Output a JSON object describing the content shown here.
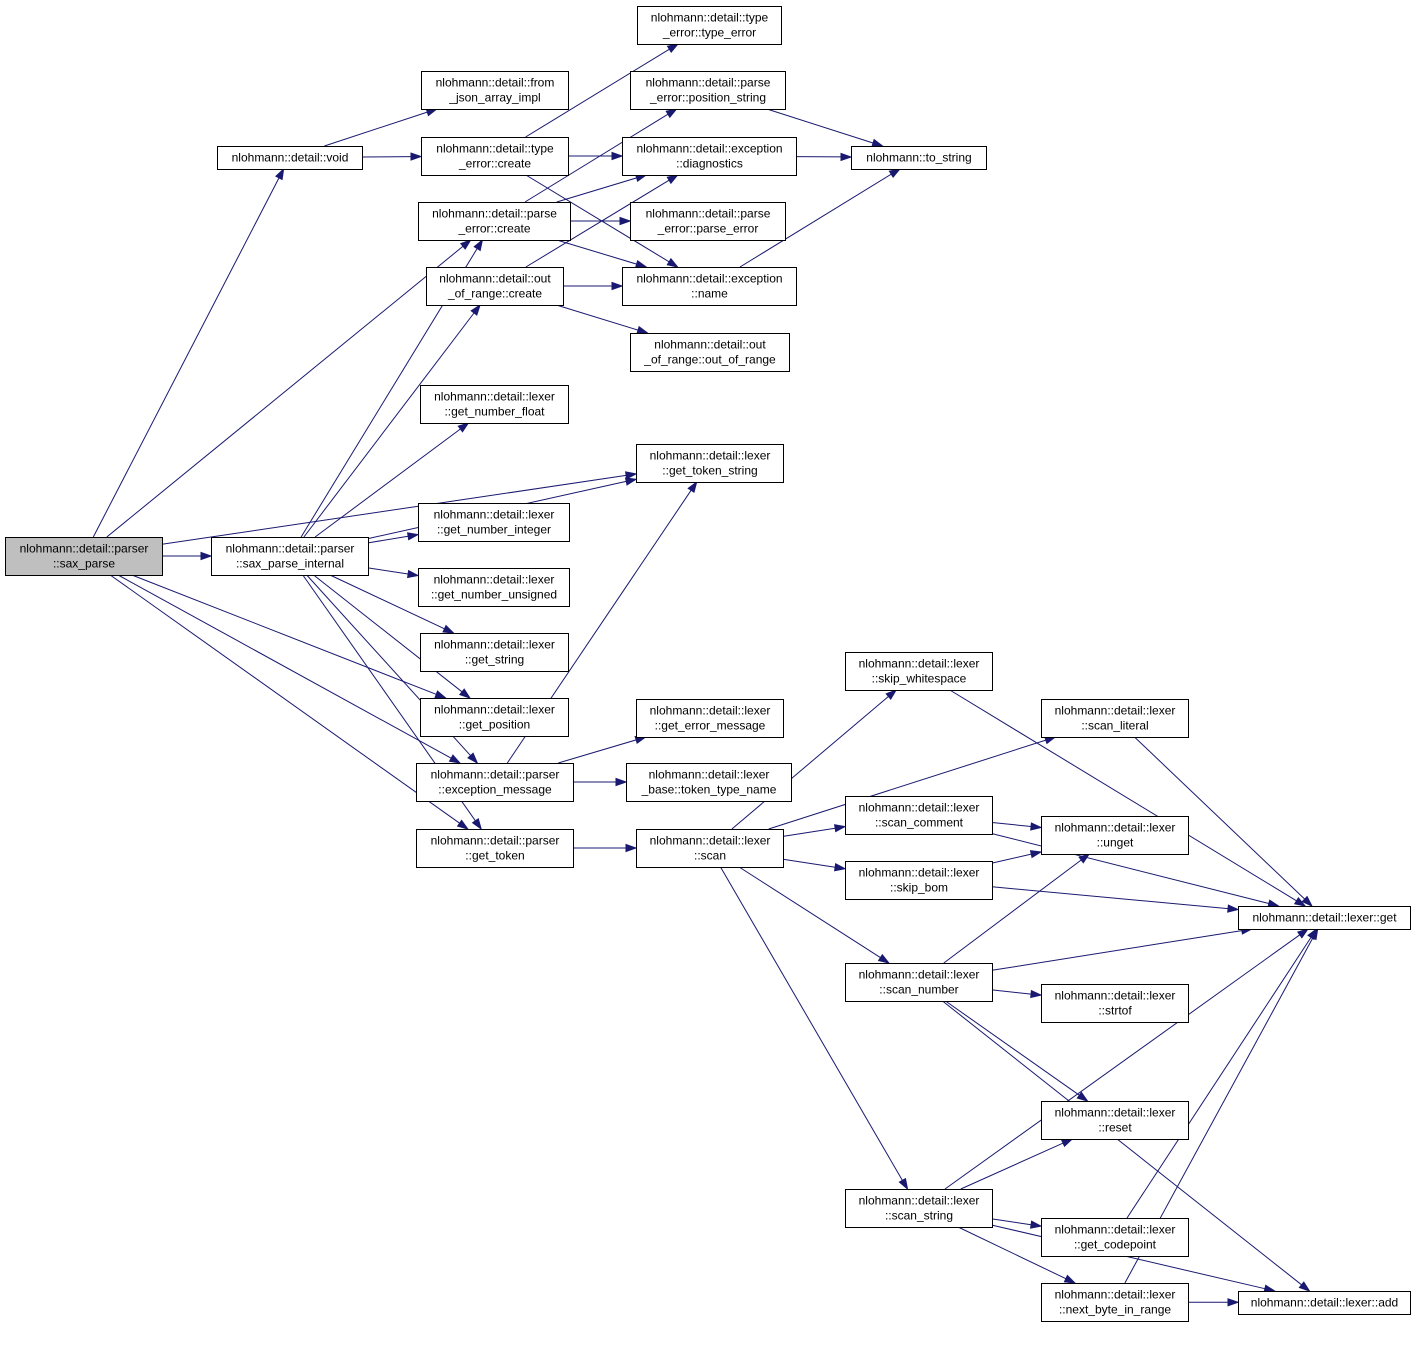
{
  "colors": {
    "edge": "#191970",
    "node_fill": "#ffffff",
    "root_fill": "#bfbfbf",
    "border": "#000000"
  },
  "nodes": {
    "sax_parse": {
      "label": [
        "nlohmann::detail::parser",
        "::sax_parse"
      ],
      "root": true
    },
    "void": {
      "label": [
        "nlohmann::detail::void"
      ]
    },
    "from_json_array_impl": {
      "label": [
        "nlohmann::detail::from",
        "_json_array_impl"
      ]
    },
    "type_error_create": {
      "label": [
        "nlohmann::detail::type",
        "_error::create"
      ]
    },
    "type_error_type_error": {
      "label": [
        "nlohmann::detail::type",
        "_error::type_error"
      ]
    },
    "exception_diagnostics": {
      "label": [
        "nlohmann::detail::exception",
        "::diagnostics"
      ]
    },
    "parse_error_position_string": {
      "label": [
        "nlohmann::detail::parse",
        "_error::position_string"
      ]
    },
    "to_string": {
      "label": [
        "nlohmann::to_string"
      ]
    },
    "parse_error_create": {
      "label": [
        "nlohmann::detail::parse",
        "_error::create"
      ]
    },
    "parse_error_parse_error": {
      "label": [
        "nlohmann::detail::parse",
        "_error::parse_error"
      ]
    },
    "exception_name": {
      "label": [
        "nlohmann::detail::exception",
        "::name"
      ]
    },
    "out_of_range_create": {
      "label": [
        "nlohmann::detail::out",
        "_of_range::create"
      ]
    },
    "out_of_range_out_of_range": {
      "label": [
        "nlohmann::detail::out",
        "_of_range::out_of_range"
      ]
    },
    "sax_parse_internal": {
      "label": [
        "nlohmann::detail::parser",
        "::sax_parse_internal"
      ]
    },
    "get_number_float": {
      "label": [
        "nlohmann::detail::lexer",
        "::get_number_float"
      ]
    },
    "get_token_string": {
      "label": [
        "nlohmann::detail::lexer",
        "::get_token_string"
      ]
    },
    "get_number_integer": {
      "label": [
        "nlohmann::detail::lexer",
        "::get_number_integer"
      ]
    },
    "get_number_unsigned": {
      "label": [
        "nlohmann::detail::lexer",
        "::get_number_unsigned"
      ]
    },
    "get_string": {
      "label": [
        "nlohmann::detail::lexer",
        "::get_string"
      ]
    },
    "get_position": {
      "label": [
        "nlohmann::detail::lexer",
        "::get_position"
      ]
    },
    "exception_message": {
      "label": [
        "nlohmann::detail::parser",
        "::exception_message"
      ]
    },
    "get_error_message": {
      "label": [
        "nlohmann::detail::lexer",
        "::get_error_message"
      ]
    },
    "token_type_name": {
      "label": [
        "nlohmann::detail::lexer",
        "_base::token_type_name"
      ]
    },
    "get_token": {
      "label": [
        "nlohmann::detail::parser",
        "::get_token"
      ]
    },
    "scan": {
      "label": [
        "nlohmann::detail::lexer",
        "::scan"
      ]
    },
    "skip_whitespace": {
      "label": [
        "nlohmann::detail::lexer",
        "::skip_whitespace"
      ]
    },
    "scan_literal": {
      "label": [
        "nlohmann::detail::lexer",
        "::scan_literal"
      ]
    },
    "scan_comment": {
      "label": [
        "nlohmann::detail::lexer",
        "::scan_comment"
      ]
    },
    "unget": {
      "label": [
        "nlohmann::detail::lexer",
        "::unget"
      ]
    },
    "skip_bom": {
      "label": [
        "nlohmann::detail::lexer",
        "::skip_bom"
      ]
    },
    "lexer_get": {
      "label": [
        "nlohmann::detail::lexer::get"
      ]
    },
    "scan_number": {
      "label": [
        "nlohmann::detail::lexer",
        "::scan_number"
      ]
    },
    "strtof": {
      "label": [
        "nlohmann::detail::lexer",
        "::strtof"
      ]
    },
    "reset": {
      "label": [
        "nlohmann::detail::lexer",
        "::reset"
      ]
    },
    "scan_string": {
      "label": [
        "nlohmann::detail::lexer",
        "::scan_string"
      ]
    },
    "get_codepoint": {
      "label": [
        "nlohmann::detail::lexer",
        "::get_codepoint"
      ]
    },
    "next_byte_in_range": {
      "label": [
        "nlohmann::detail::lexer",
        "::next_byte_in_range"
      ]
    },
    "lexer_add": {
      "label": [
        "nlohmann::detail::lexer::add"
      ]
    }
  },
  "edges": [
    [
      "sax_parse",
      "void"
    ],
    [
      "sax_parse",
      "parse_error_create"
    ],
    [
      "sax_parse",
      "get_token_string"
    ],
    [
      "sax_parse",
      "sax_parse_internal"
    ],
    [
      "sax_parse",
      "get_position"
    ],
    [
      "sax_parse",
      "exception_message"
    ],
    [
      "sax_parse",
      "get_token"
    ],
    [
      "void",
      "from_json_array_impl"
    ],
    [
      "void",
      "type_error_create"
    ],
    [
      "type_error_create",
      "type_error_type_error"
    ],
    [
      "type_error_create",
      "exception_diagnostics"
    ],
    [
      "type_error_create",
      "exception_name"
    ],
    [
      "exception_diagnostics",
      "to_string"
    ],
    [
      "parse_error_position_string",
      "to_string"
    ],
    [
      "exception_name",
      "to_string"
    ],
    [
      "parse_error_create",
      "parse_error_position_string"
    ],
    [
      "parse_error_create",
      "exception_diagnostics"
    ],
    [
      "parse_error_create",
      "parse_error_parse_error"
    ],
    [
      "parse_error_create",
      "exception_name"
    ],
    [
      "out_of_range_create",
      "exception_diagnostics"
    ],
    [
      "out_of_range_create",
      "exception_name"
    ],
    [
      "out_of_range_create",
      "out_of_range_out_of_range"
    ],
    [
      "sax_parse_internal",
      "parse_error_create"
    ],
    [
      "sax_parse_internal",
      "out_of_range_create"
    ],
    [
      "sax_parse_internal",
      "get_number_float"
    ],
    [
      "sax_parse_internal",
      "get_token_string"
    ],
    [
      "sax_parse_internal",
      "get_number_integer"
    ],
    [
      "sax_parse_internal",
      "get_number_unsigned"
    ],
    [
      "sax_parse_internal",
      "get_string"
    ],
    [
      "sax_parse_internal",
      "get_position"
    ],
    [
      "sax_parse_internal",
      "exception_message"
    ],
    [
      "sax_parse_internal",
      "get_token"
    ],
    [
      "exception_message",
      "get_token_string"
    ],
    [
      "exception_message",
      "get_error_message"
    ],
    [
      "exception_message",
      "token_type_name"
    ],
    [
      "get_token",
      "scan"
    ],
    [
      "scan",
      "skip_whitespace"
    ],
    [
      "scan",
      "scan_literal"
    ],
    [
      "scan",
      "scan_comment"
    ],
    [
      "scan",
      "skip_bom"
    ],
    [
      "scan",
      "scan_number"
    ],
    [
      "scan",
      "scan_string"
    ],
    [
      "skip_whitespace",
      "lexer_get"
    ],
    [
      "scan_literal",
      "lexer_get"
    ],
    [
      "scan_comment",
      "lexer_get"
    ],
    [
      "scan_comment",
      "unget"
    ],
    [
      "skip_bom",
      "unget"
    ],
    [
      "skip_bom",
      "lexer_get"
    ],
    [
      "scan_number",
      "unget"
    ],
    [
      "scan_number",
      "lexer_get"
    ],
    [
      "scan_number",
      "strtof"
    ],
    [
      "scan_number",
      "reset"
    ],
    [
      "scan_number",
      "lexer_add"
    ],
    [
      "scan_string",
      "reset"
    ],
    [
      "scan_string",
      "lexer_get"
    ],
    [
      "scan_string",
      "get_codepoint"
    ],
    [
      "scan_string",
      "next_byte_in_range"
    ],
    [
      "scan_string",
      "lexer_add"
    ],
    [
      "get_codepoint",
      "lexer_get"
    ],
    [
      "next_byte_in_range",
      "lexer_get"
    ],
    [
      "next_byte_in_range",
      "lexer_add"
    ]
  ]
}
